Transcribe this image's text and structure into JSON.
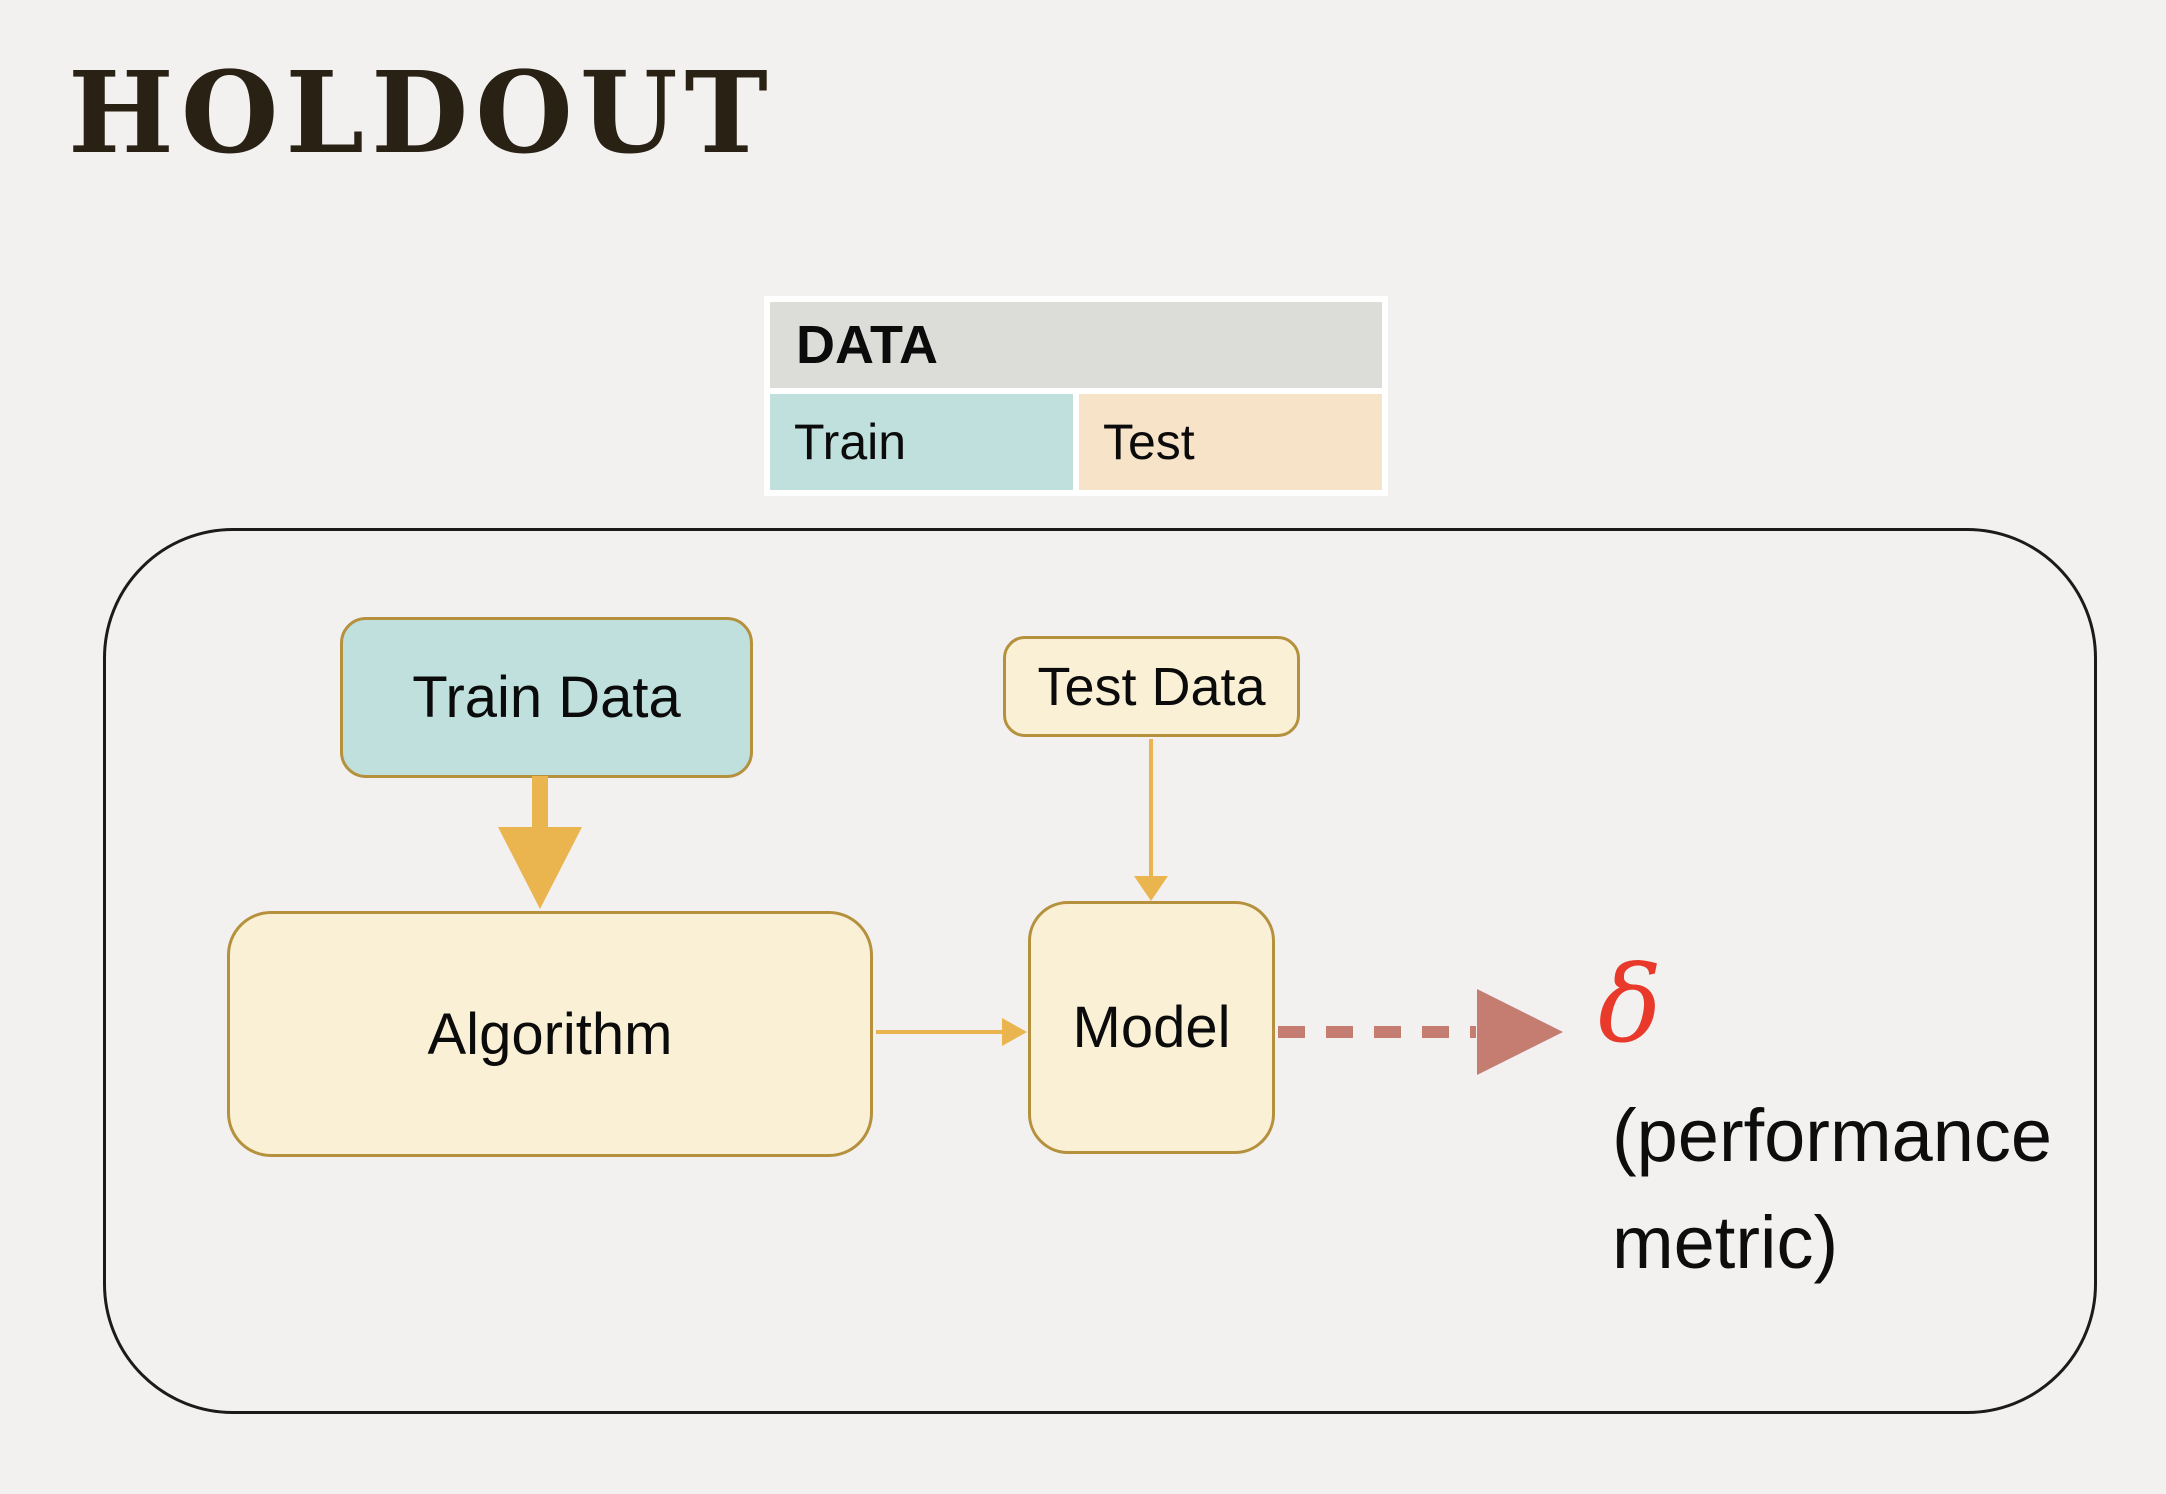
{
  "title": "HOLDOUT",
  "data_table": {
    "header": "DATA",
    "train_label": "Train",
    "test_label": "Test"
  },
  "diagram": {
    "train_data_label": "Train Data",
    "test_data_label": "Test Data",
    "algorithm_label": "Algorithm",
    "model_label": "Model",
    "delta_symbol": "δ",
    "caption_line1": "(performance",
    "caption_line2": "metric)"
  },
  "colors": {
    "background": "#f2f1ef",
    "title_text": "#2a2115",
    "table_header_bg": "#dcdcd9",
    "train_bg": "#bfe0dd",
    "test_bg": "#f7e3c8",
    "node_cream_bg": "#faf0d6",
    "node_border": "#b6913d",
    "container_border": "#1b1b1b",
    "arrow_orange": "#eab54f",
    "arrow_dashed_red": "#c57d72",
    "delta_red": "#e8392a",
    "body_text": "#0d0d0d"
  }
}
